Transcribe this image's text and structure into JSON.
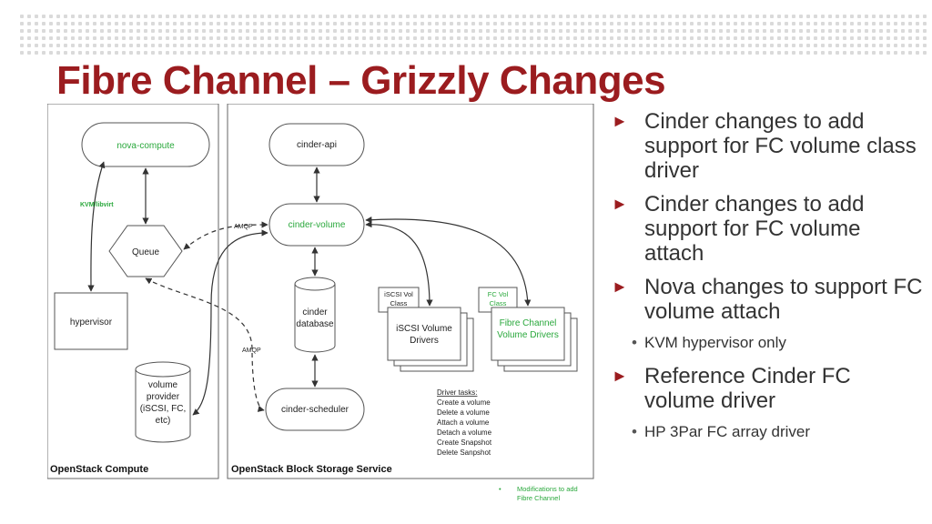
{
  "title": "Fibre Channel – Grizzly Changes",
  "diagram": {
    "nodes": {
      "nova_compute": "nova-compute",
      "queue": "Queue",
      "hypervisor": "hypervisor",
      "volume_provider": [
        "volume",
        "provider",
        "(iSCSI, FC,",
        "etc)"
      ],
      "cinder_api": "cinder-api",
      "cinder_volume": "cinder-volume",
      "cinder_database": [
        "cinder",
        "database"
      ],
      "cinder_scheduler": "cinder-scheduler",
      "iscsi_class": [
        "iSCSI Vol",
        "Class"
      ],
      "fc_class": [
        "FC Vol",
        "Class"
      ],
      "iscsi_drivers": [
        "iSCSI Volume",
        "Drivers"
      ],
      "fc_drivers": [
        "Fibre Channel",
        "Volume Drivers"
      ]
    },
    "edge_labels": {
      "kvm": "KVM/libvirt",
      "amqp_top": "AMQP",
      "amqp_bottom": "AMQP"
    },
    "driver_tasks": [
      "Driver tasks:",
      "Create a volume",
      "Delete a volume",
      "Attach a volume",
      "Detach a volume",
      "Create Snapshot",
      "Delete Sanpshot"
    ],
    "groups": {
      "compute": "OpenStack Compute",
      "storage": "OpenStack Block Storage Service"
    },
    "legend": [
      "Modifications to add",
      "Fibre Channel"
    ],
    "colors": {
      "modified": "#2aa83c",
      "title": "#9b1c1f"
    }
  },
  "bullets": [
    {
      "text": "Cinder changes to add support for FC volume class driver",
      "sub": []
    },
    {
      "text": "Cinder changes to add support for FC volume attach",
      "sub": []
    },
    {
      "text": "Nova changes to support FC volume attach",
      "sub": [
        "KVM hypervisor only"
      ]
    },
    {
      "text": "Reference Cinder FC volume driver",
      "sub": [
        "HP 3Par FC array driver"
      ]
    }
  ]
}
